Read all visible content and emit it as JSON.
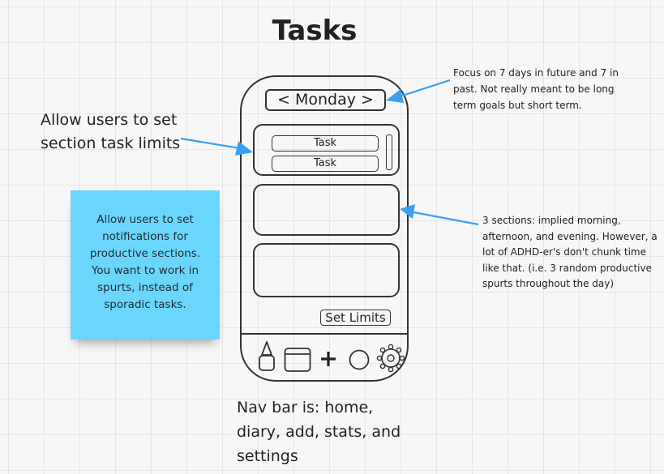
{
  "title": "Tasks",
  "phone": {
    "day_selector": "< Monday >",
    "sections": [
      {
        "tasks": [
          "Task",
          "Task"
        ]
      },
      {
        "tasks": []
      },
      {
        "tasks": []
      }
    ],
    "set_limits_button": "Set Limits",
    "nav_icons": [
      "home-icon",
      "diary-icon",
      "add-icon",
      "stats-icon",
      "settings-icon"
    ]
  },
  "annotations": {
    "section_limits": "Allow users to set section task limits",
    "day_range": "Focus on 7 days in future and 7 in past. Not really meant to be long term goals but short term.",
    "sections_explained": "3 sections: implied morning, afternoon, and evening. However, a lot of ADHD-er's don't chunk time like that. (i.e. 3 random productive spurts throughout the day)",
    "nav_bar": "Nav bar is: home, diary, add, stats, and settings",
    "sticky_note": "Allow users to set notifications for productive sections. You want to work in spurts, instead of sporadic tasks."
  },
  "colors": {
    "arrow": "#3b9ff0",
    "sticky_note": "#6bd6fb",
    "outline": "#333333"
  }
}
